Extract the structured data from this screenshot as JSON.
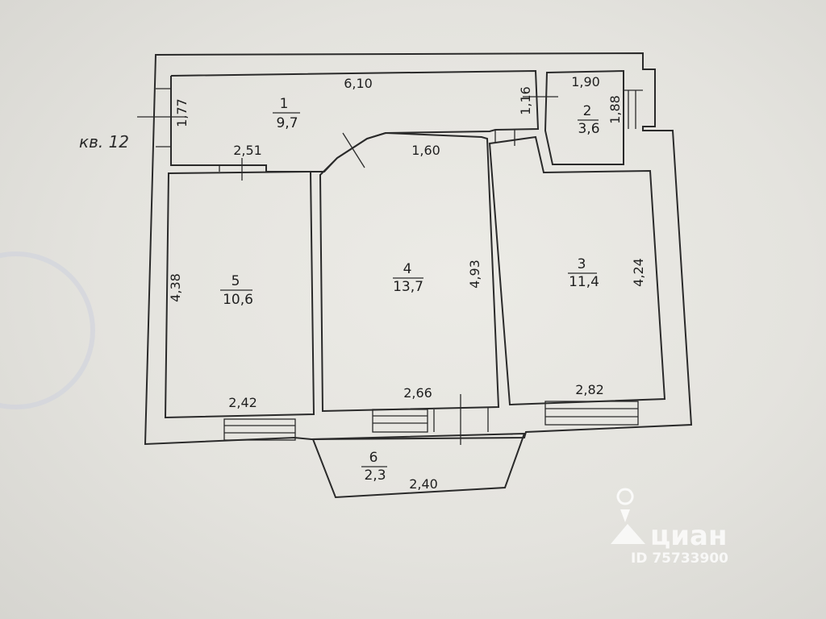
{
  "apartment_label": "кв. 12",
  "rooms": [
    {
      "number": "1",
      "area": "9,7"
    },
    {
      "number": "2",
      "area": "3,6"
    },
    {
      "number": "3",
      "area": "11,4"
    },
    {
      "number": "4",
      "area": "13,7"
    },
    {
      "number": "5",
      "area": "10,6"
    },
    {
      "number": "6",
      "area": "2,3"
    }
  ],
  "dimensions": {
    "room1_length": "6,10",
    "room1_height": "1,77",
    "room1_bottom": "2,51",
    "room1_side": "1,16",
    "room2_width": "1,90",
    "room2_height": "1,88",
    "room3_height": "4,24",
    "room3_width": "2,82",
    "room4_top": "1,60",
    "room4_height": "4,93",
    "room4_width": "2,66",
    "room5_height": "4,38",
    "room5_width": "2,42",
    "room6_width": "2,40"
  },
  "watermark": {
    "brand": "циан",
    "id": "ID 75733900"
  }
}
